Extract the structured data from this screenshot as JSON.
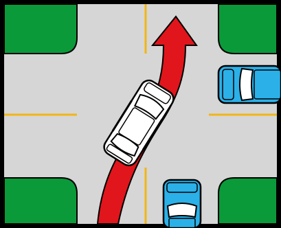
{
  "colors": {
    "frame": "#000000",
    "road": "#d6d6d6",
    "grass": "#0a9a3a",
    "lane_line": "#f2b515",
    "arrow": "#e0161c",
    "white_car": "#ffffff",
    "blue_car": "#2bb0e8",
    "car_outline": "#000000"
  },
  "scene": {
    "grass_blocks": [
      "grass-top-left",
      "grass-top-right",
      "grass-bottom-left",
      "grass-bottom-right"
    ],
    "vehicles": [
      "white-car-turning",
      "blue-car-right-lane",
      "blue-car-bottom"
    ],
    "arrow": "red-turn-arrow"
  }
}
